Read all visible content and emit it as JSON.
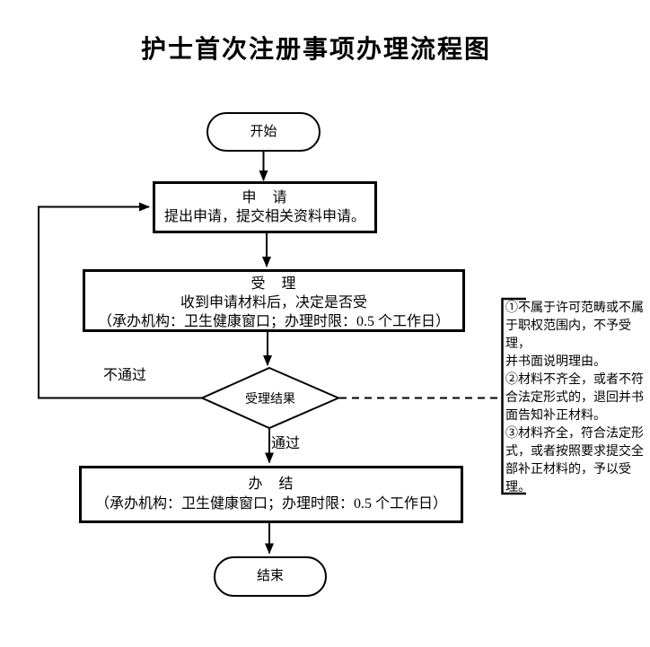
{
  "title": "护士首次注册事项办理流程图",
  "flow": {
    "start": {
      "label": "开始"
    },
    "apply": {
      "title": "申　请",
      "desc": "提出申请，提交相关资料申请。"
    },
    "accept": {
      "title": "受　理",
      "line1": "收到申请材料后，决定是否受",
      "line2": "（承办机构：卫生健康窗口；办理时限：0.5 个工作日）"
    },
    "decision": {
      "label": "受理结果"
    },
    "reject_label": "不通过",
    "pass_label": "通过",
    "finish": {
      "title": "办　结",
      "line1": "（承办机构：卫生健康窗口；办理时限：0.5 个工作日）"
    },
    "end": {
      "label": "结束"
    }
  },
  "notes": {
    "text": "①不属于许可范畴或不属\n于职权范围内，不予受理，\n并书面说明理由。\n②材料不齐全，或者不符\n合法定形式的，退回并书\n面告知补正材料。\n③材料齐全，符合法定形\n式，或者按照要求提交全\n部补正材料的，予以受理。"
  },
  "colors": {
    "line": "#000000",
    "background": "#ffffff",
    "text": "#000000"
  }
}
